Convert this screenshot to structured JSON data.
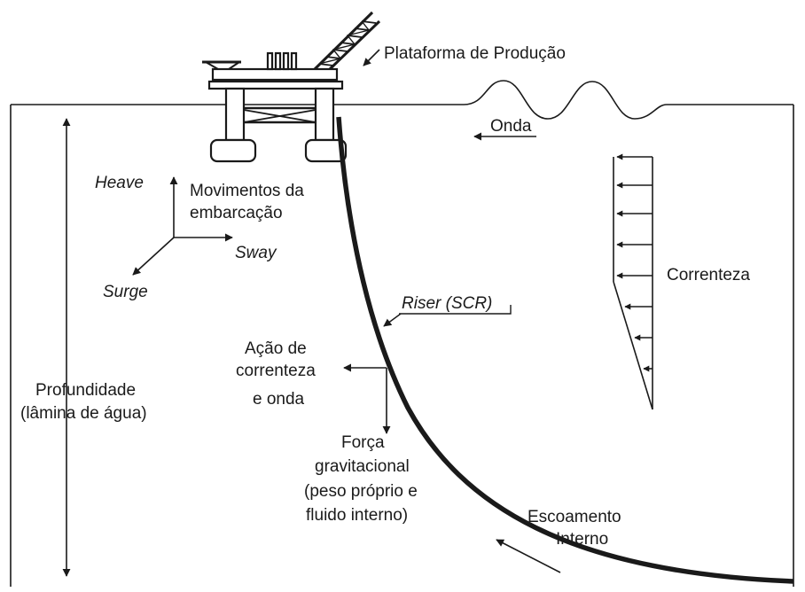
{
  "labels": {
    "platform": "Plataforma de Produção",
    "wave": "Onda",
    "current": "Correnteza",
    "heave": "Heave",
    "vessel_line1": "Movimentos da",
    "vessel_line2": "embarcação",
    "sway": "Sway",
    "surge": "Surge",
    "riser": "Riser (SCR)",
    "action_line1": "Ação de",
    "action_line2": "correnteza",
    "action_line3": "e onda",
    "gravity_line1": "Força",
    "gravity_line2": "gravitacional",
    "gravity_line3": "(peso próprio e",
    "gravity_line4": "fluido interno)",
    "depth_line1": "Profundidade",
    "depth_line2": "(lâmina de água)",
    "flow_line1": "Escoamento",
    "flow_line2": "Interno"
  },
  "colors": {
    "ink": "#1a1a1a",
    "background": "#ffffff"
  }
}
